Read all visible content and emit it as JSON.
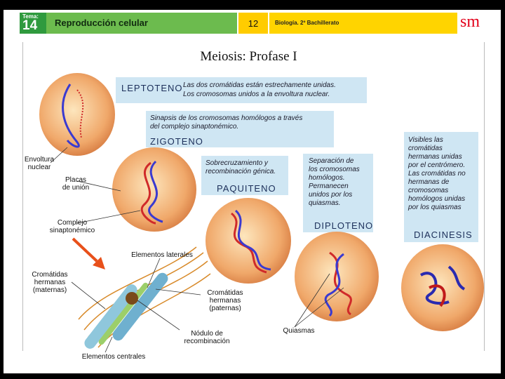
{
  "header": {
    "tema_label": "Tema:",
    "tema_number": "14",
    "unit_title": "Reproducción celular",
    "page_number": "12",
    "book": "Biología. 2º Bachillerato",
    "publisher_logo": "sm",
    "colors": {
      "green": "#6cbb4e",
      "yellow": "#ffd400",
      "logo_red": "#e2001a"
    }
  },
  "title": "Meiosis: Profase I",
  "phases": {
    "leptoteno": {
      "name": "LEPTOTENO",
      "text": [
        "Las dos cromátidas están estrechamente unidas.",
        "Los cromosomas unidos a la envoltura nuclear."
      ]
    },
    "zigoteno": {
      "name": "ZIGOTENO",
      "text": [
        "Sinapsis de los cromosomas homólogos a través",
        "del complejo sinaptonémico."
      ]
    },
    "paquiteno": {
      "name": "PAQUITENO",
      "text": [
        "Sobrecruzamiento y",
        "recombinación génica."
      ]
    },
    "diploteno": {
      "name": "DIPLOTENO",
      "text": [
        "Separación de",
        "los cromosomas",
        "homólogos.",
        "Permanecen",
        "unidos por los",
        "quiasmas."
      ]
    },
    "diacinesis": {
      "name": "DIACINESIS",
      "text": [
        "Visibles las",
        "cromátidas",
        "hermanas unidas",
        "por el centrómero.",
        "Las cromátidas no",
        "hermanas de",
        "cromosomas",
        "homólogos unidas",
        "por los quiasmas"
      ]
    }
  },
  "labels": {
    "envoltura": [
      "Envoltura",
      "nuclear"
    ],
    "placas": [
      "Placas",
      "de unión"
    ],
    "complejo": [
      "Complejo",
      "sinaptonémico"
    ],
    "laterales": "Elementos laterales",
    "maternas": [
      "Cromátidas",
      "hermanas",
      "(maternas)"
    ],
    "paternas": [
      "Cromátidas",
      "hermanas",
      "(paternas)"
    ],
    "nodulo": [
      "Nódulo de",
      "recombinación"
    ],
    "centrales": "Elementos centrales",
    "quiasmas": "Quiasmas"
  }
}
